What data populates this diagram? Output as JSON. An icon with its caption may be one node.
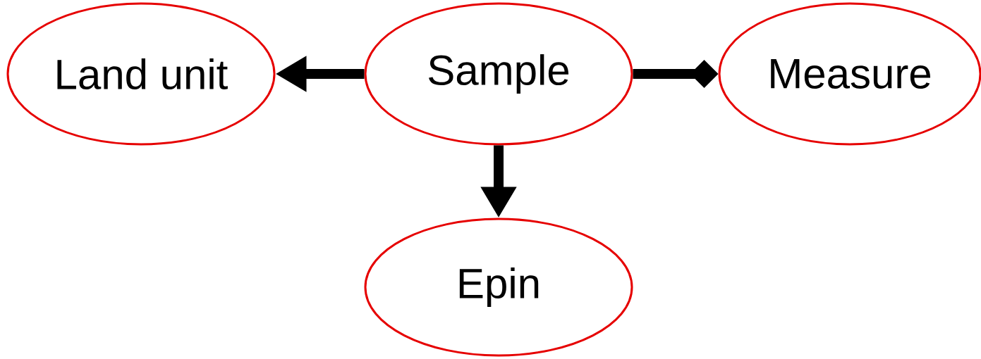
{
  "diagram": {
    "nodes": [
      {
        "text": [
          "Land unit"
        ]
      },
      {
        "text": [
          "Sample"
        ]
      },
      {
        "text": [
          "Measure"
        ]
      },
      {
        "text": [
          "Epin"
        ]
      }
    ],
    "edges": [
      {
        "from": 1,
        "to": 0,
        "arrow": "to"
      },
      {
        "from": 1,
        "to": 2,
        "arrow": "other"
      },
      {
        "from": 1,
        "to": 3,
        "arrow": "to"
      }
    ]
  }
}
